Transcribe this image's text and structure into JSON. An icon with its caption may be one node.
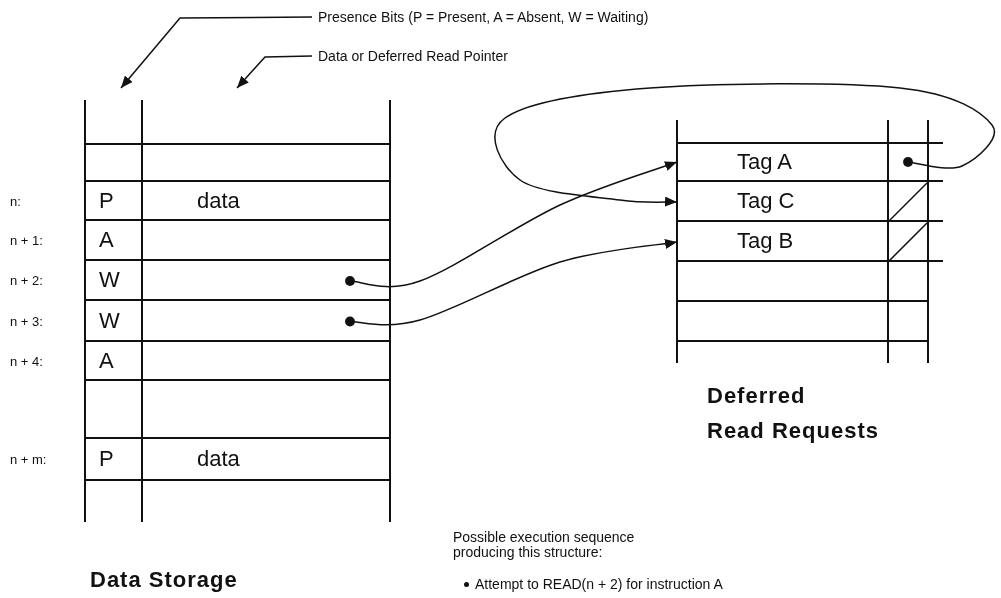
{
  "diagram": {
    "nodes": [
      {
        "text": [
          "Presence Bits (P = Present, A = Absent, W = Waiting)"
        ]
      },
      {
        "text": [
          "Data or Deferred Read Pointer"
        ]
      },
      {
        "text": [
          "Data Storage"
        ]
      },
      {
        "text": [],
        "shape": "box",
        "in": 2
      },
      {
        "text": [
          "P",
          "data"
        ],
        "beside": [
          "n:"
        ],
        "in": 2
      },
      {
        "text": [
          "A"
        ],
        "beside": [
          "n + 1:"
        ],
        "in": 2
      },
      {
        "text": [
          "W"
        ],
        "beside": [
          "n + 2:"
        ],
        "in": 2
      },
      {
        "text": [
          "W"
        ],
        "beside": [
          "n + 3:"
        ],
        "in": 2
      },
      {
        "text": [
          "A"
        ],
        "beside": [
          "n + 4:"
        ],
        "in": 2
      },
      {
        "text": [],
        "shape": "box",
        "in": 2
      },
      {
        "text": [
          "P",
          "data"
        ],
        "beside": [
          "n + m:"
        ],
        "in": 2
      },
      {
        "text": [
          "Deferred Read Requests"
        ]
      },
      {
        "text": [
          "Tag A"
        ],
        "in": 11
      },
      {
        "text": [
          "Tag C"
        ],
        "in": 11
      },
      {
        "text": [
          "Tag B"
        ],
        "in": 11
      },
      {
        "text": [],
        "shape": "box",
        "in": 11
      },
      {
        "text": [],
        "shape": "box",
        "in": 11
      }
    ],
    "edges": [
      {
        "from": 0,
        "to": 2,
        "arrow": "to"
      },
      {
        "from": 1,
        "to": 2,
        "arrow": "to"
      },
      {
        "from": 6,
        "to": 12,
        "arrow": "to"
      },
      {
        "from": 7,
        "to": 14,
        "arrow": "to"
      },
      {
        "from": 12,
        "to": 13,
        "arrow": "to"
      }
    ],
    "labels": [
      "Possible execution sequence producing this structure:",
      "Attempt to READ(n + 2) for instruction A"
    ]
  }
}
